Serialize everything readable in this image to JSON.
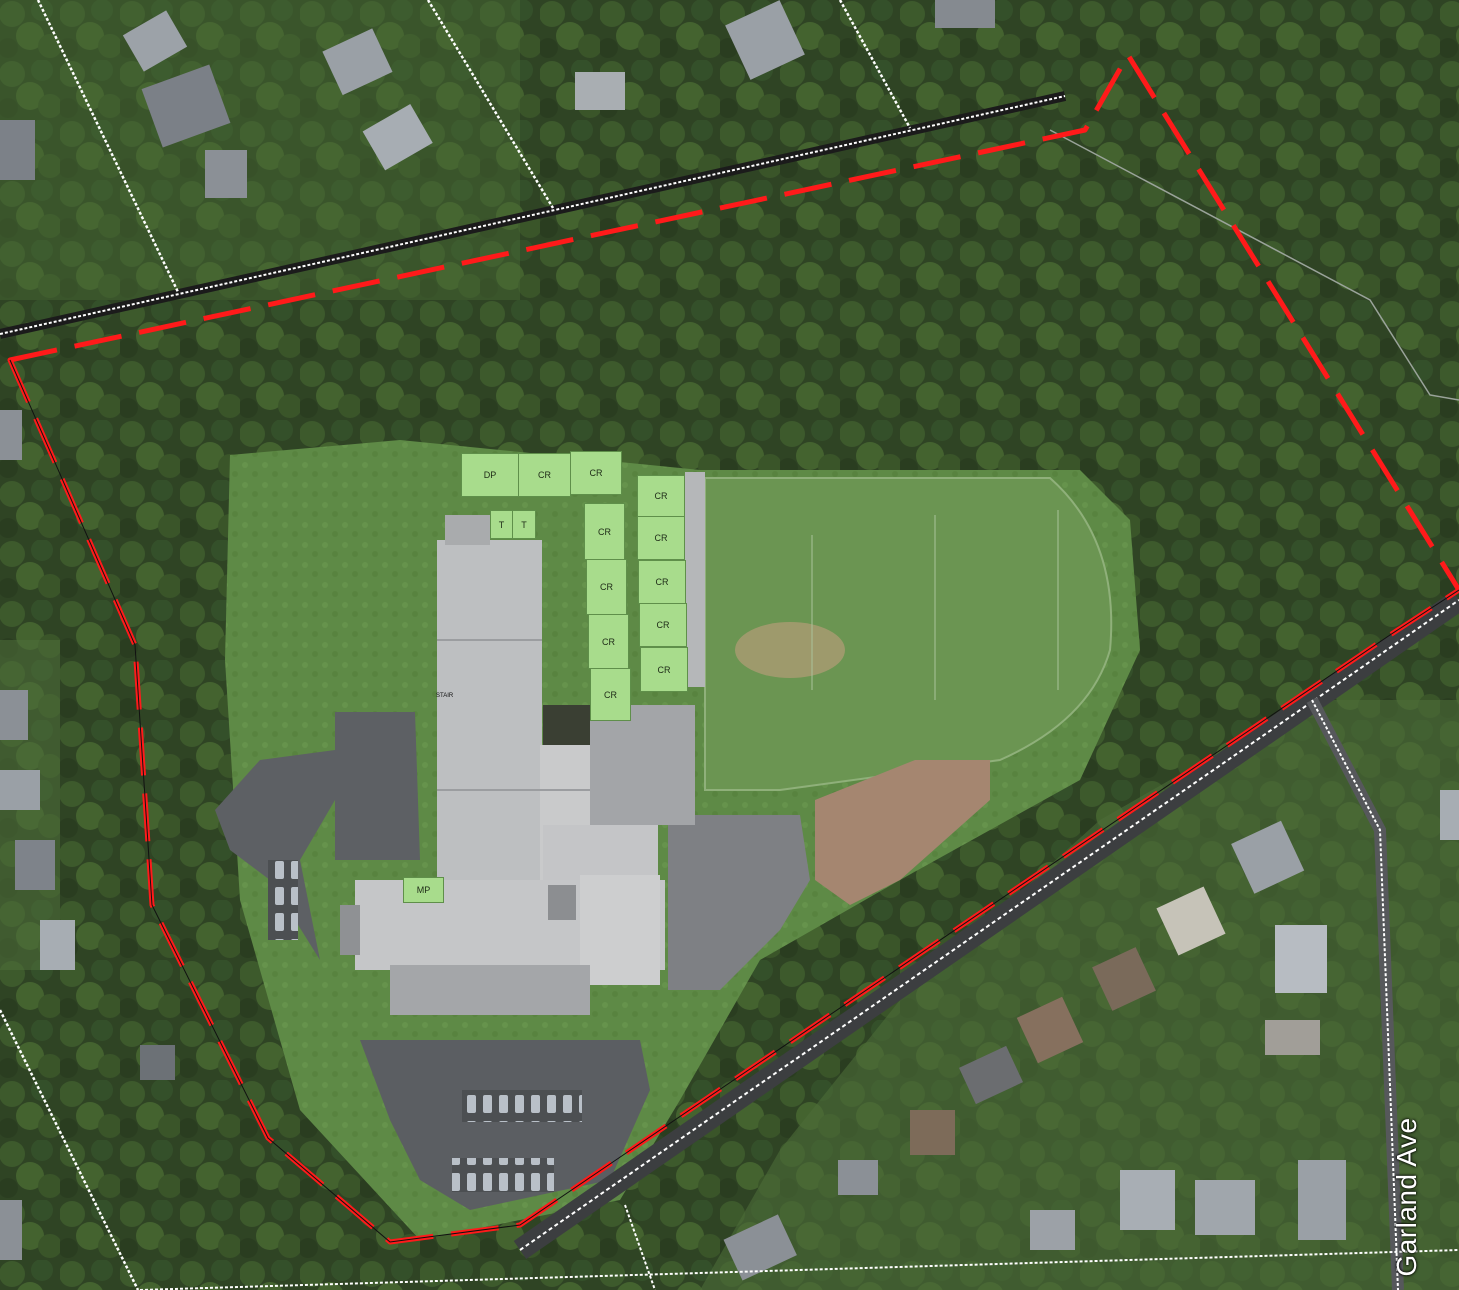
{
  "map": {
    "street_label": "Garland Ave",
    "stair_label": "STAIR",
    "boundary_color": "#ff1a1a",
    "room_color": "#a8dc8c"
  },
  "rooms": [
    {
      "id": "dp",
      "label": "DP"
    },
    {
      "id": "cr1",
      "label": "CR"
    },
    {
      "id": "cr2",
      "label": "CR"
    },
    {
      "id": "t1",
      "label": "T"
    },
    {
      "id": "t2",
      "label": "T"
    },
    {
      "id": "cr3",
      "label": "CR"
    },
    {
      "id": "cr4",
      "label": "CR"
    },
    {
      "id": "cr5",
      "label": "CR"
    },
    {
      "id": "cr6",
      "label": "CR"
    },
    {
      "id": "cr7",
      "label": "CR"
    },
    {
      "id": "cr8",
      "label": "CR"
    },
    {
      "id": "cr9",
      "label": "CR"
    },
    {
      "id": "cr10",
      "label": "CR"
    },
    {
      "id": "cr11",
      "label": "CR"
    },
    {
      "id": "mp",
      "label": "MP"
    }
  ]
}
